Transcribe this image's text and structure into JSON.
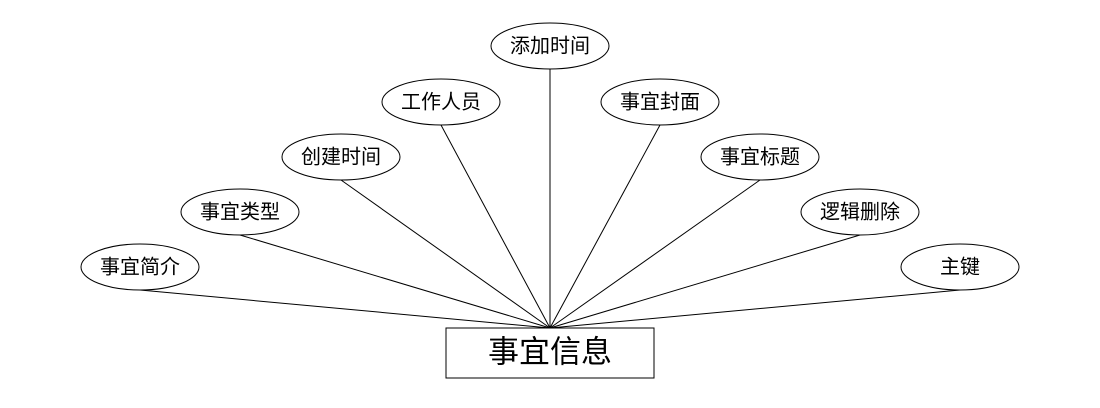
{
  "entity": {
    "label": "事宜信息"
  },
  "attributes": [
    {
      "id": "intro",
      "label": "事宜简介"
    },
    {
      "id": "type",
      "label": "事宜类型"
    },
    {
      "id": "created",
      "label": "创建时间"
    },
    {
      "id": "staff",
      "label": "工作人员"
    },
    {
      "id": "added",
      "label": "添加时间"
    },
    {
      "id": "cover",
      "label": "事宜封面"
    },
    {
      "id": "title",
      "label": "事宜标题"
    },
    {
      "id": "logic-delete",
      "label": "逻辑删除"
    },
    {
      "id": "primary-key",
      "label": "主键"
    }
  ]
}
